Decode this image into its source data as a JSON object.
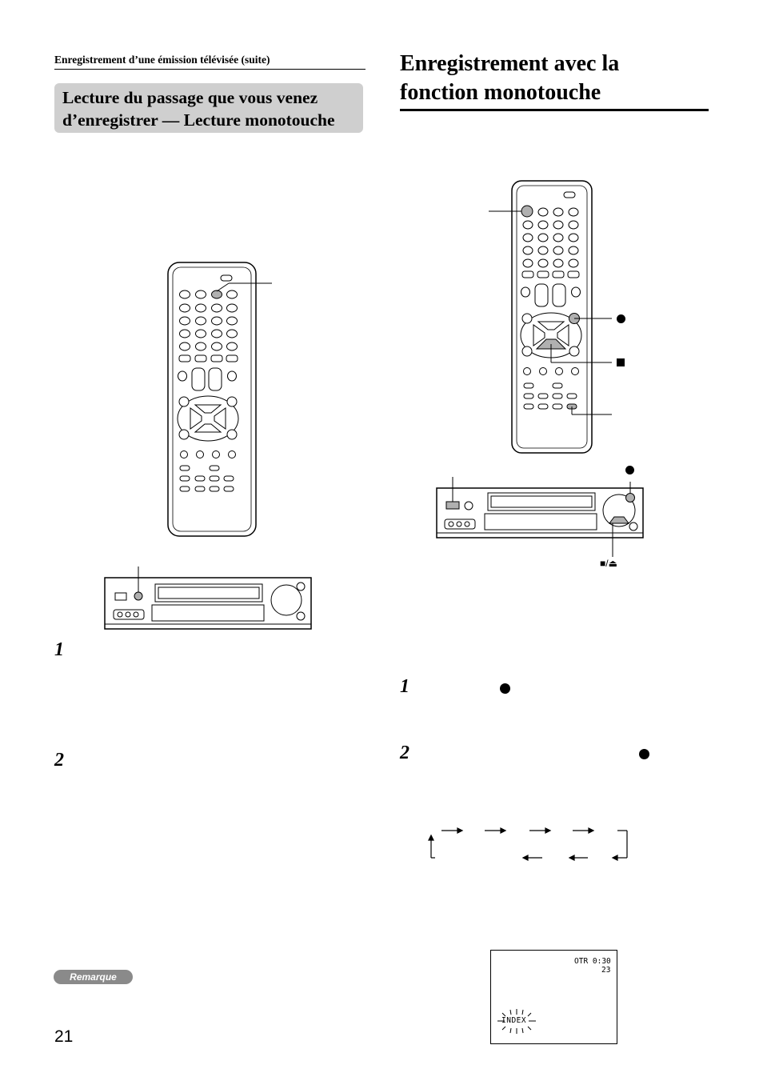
{
  "header": {
    "running_head": "Enregistrement d’une émission télévisée (suite)",
    "left_section_title_line1": "Lecture du passage que vous venez",
    "left_section_title_line2": "d’enregistrer — Lecture monotouche",
    "right_title_line1": "Enregistrement avec la",
    "right_title_line2": "fonction monotouche"
  },
  "left_steps": [
    "1",
    "2"
  ],
  "right_steps": [
    "1",
    "2"
  ],
  "labels": {
    "vcr_stop_eject": "■/⏏"
  },
  "osd": {
    "otr": "OTR 0:30",
    "channel": "23",
    "index": "INDEX"
  },
  "note_label": "Remarque",
  "page_number": "21"
}
